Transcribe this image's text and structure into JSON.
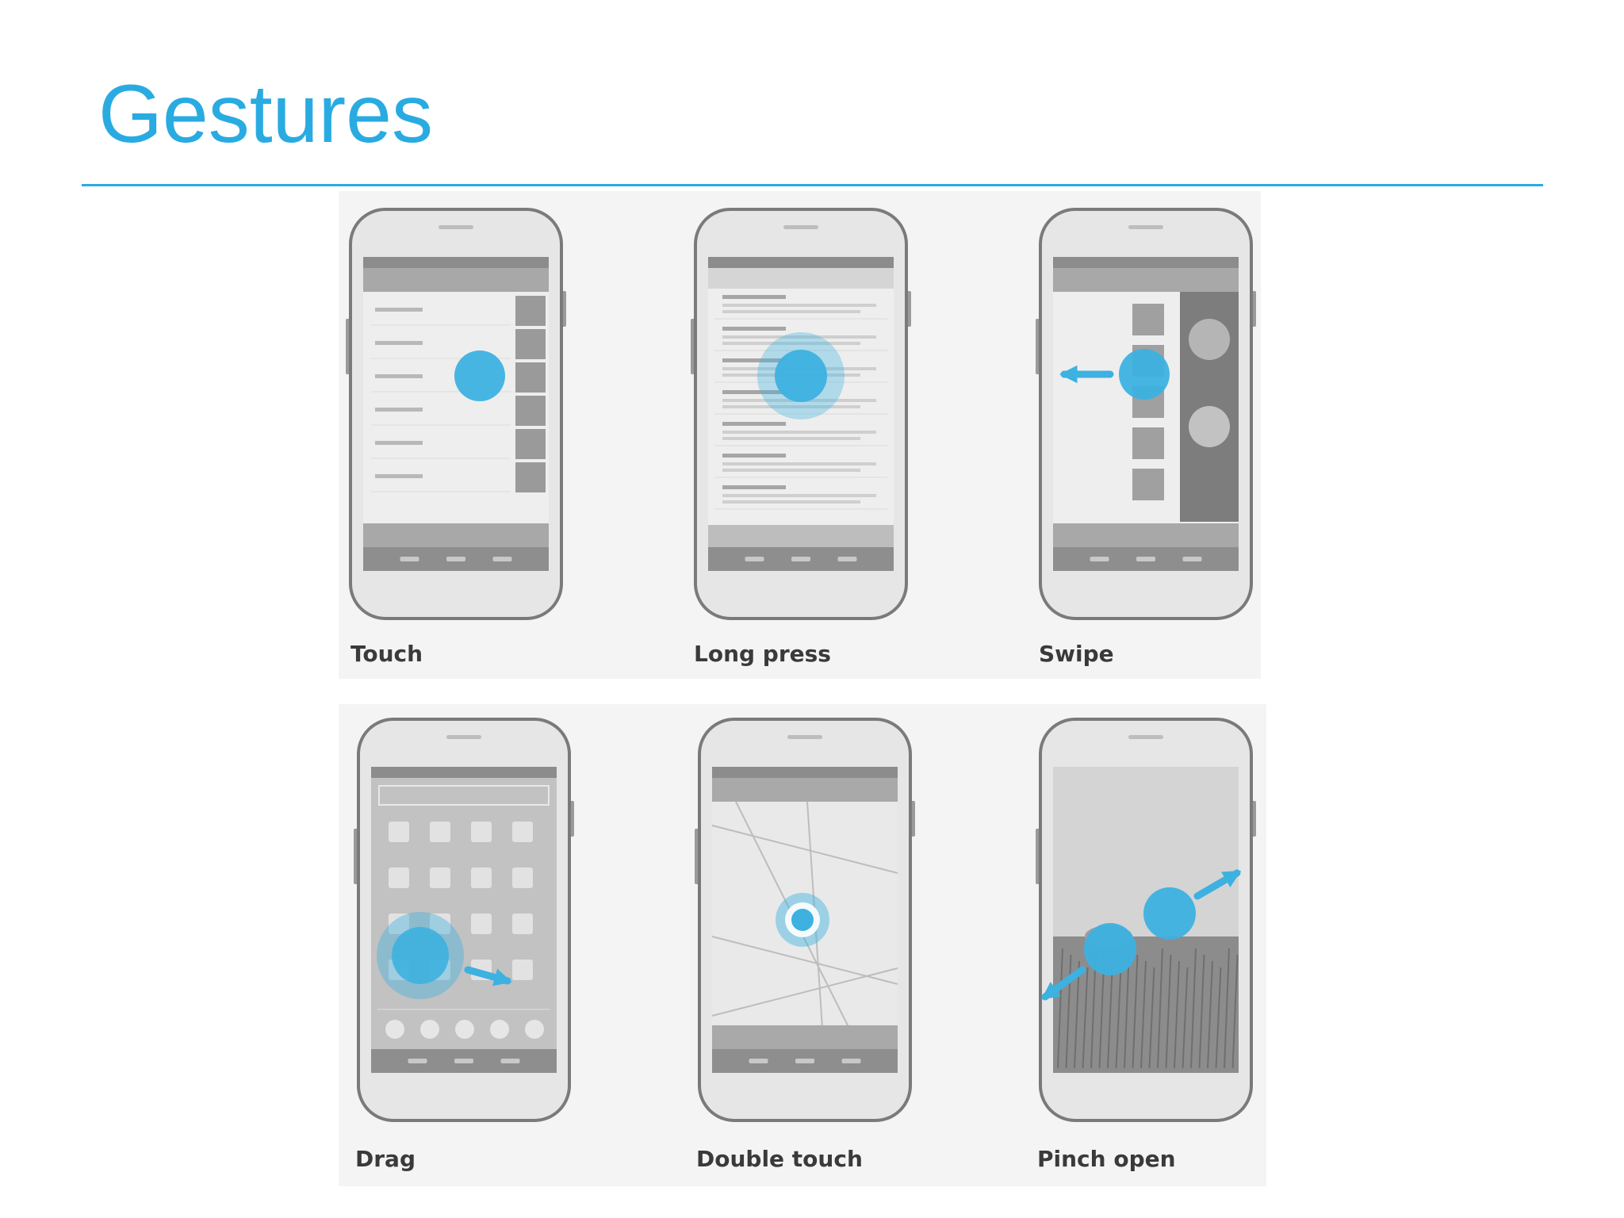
{
  "slide": {
    "title": "Gestures"
  },
  "colors": {
    "accent": "#29abe2",
    "touch_point": "#3db1e0",
    "phone_outline": "#7a7a7a",
    "phone_body": "#e6e6e6",
    "screen": "#c9c9c9",
    "label_text": "#3a3a3a",
    "panel_bg": "#f4f4f5"
  },
  "gestures": [
    {
      "id": "touch",
      "label": "Touch",
      "screen": "contact-list",
      "indicator": "single-tap"
    },
    {
      "id": "long-press",
      "label": "Long press",
      "screen": "email-inbox",
      "indicator": "press-hold"
    },
    {
      "id": "swipe",
      "label": "Swipe",
      "screen": "contact-grid",
      "indicator": "swipe-left"
    },
    {
      "id": "drag",
      "label": "Drag",
      "screen": "home-screen",
      "indicator": "drag-right"
    },
    {
      "id": "double-touch",
      "label": "Double touch",
      "screen": "map",
      "indicator": "double-tap"
    },
    {
      "id": "pinch-open",
      "label": "Pinch open",
      "screen": "landscape-photo",
      "indicator": "pinch-open"
    }
  ]
}
